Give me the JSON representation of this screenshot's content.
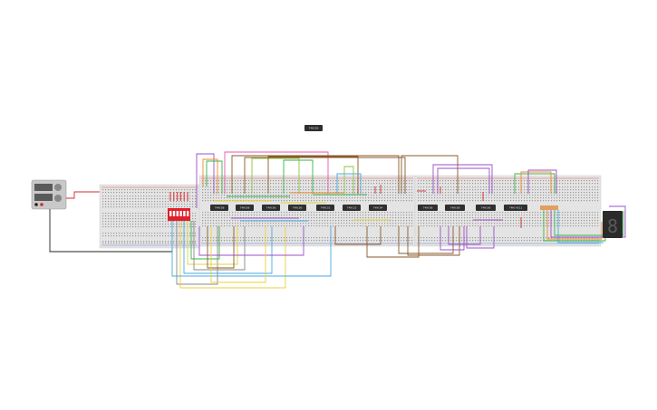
{
  "chips": [
    {
      "name": "chip-1",
      "label": "74HC08"
    },
    {
      "name": "chip-2",
      "label": "74HC08"
    },
    {
      "name": "chip-3",
      "label": "74HC86"
    },
    {
      "name": "chip-4",
      "label": "74HC86"
    },
    {
      "name": "chip-5",
      "label": "74HC32"
    },
    {
      "name": "chip-6",
      "label": "74HC32"
    },
    {
      "name": "chip-7",
      "label": "74HC04"
    },
    {
      "name": "chip-8",
      "label": "74HC08"
    },
    {
      "name": "chip-9",
      "label": "74HC08"
    },
    {
      "name": "chip-10",
      "label": "74HC86"
    },
    {
      "name": "chip-11",
      "label": "74HC4511"
    }
  ],
  "loose_chip": {
    "label": "74HC86"
  },
  "colors": {
    "breadboard": "#e4e4e4",
    "rail_red": "#e53b3b",
    "rail_blue": "#4a73d8",
    "dip_switch": "#e0202a",
    "chip": "#2f2f2f",
    "resistor": "#e0a060",
    "wire_purple": "#9b4fc9",
    "wire_brown": "#8a5a2b",
    "wire_green": "#3bb34a",
    "wire_yellow": "#e8d23a",
    "wire_blue": "#4aa8e0",
    "wire_orange": "#ef8a2a",
    "wire_gray": "#888888",
    "wire_red": "#d42b2b",
    "wire_black": "#222222",
    "wire_lime": "#8dc63f",
    "wire_pink": "#e65aa8"
  },
  "display": {
    "digit": "8"
  }
}
